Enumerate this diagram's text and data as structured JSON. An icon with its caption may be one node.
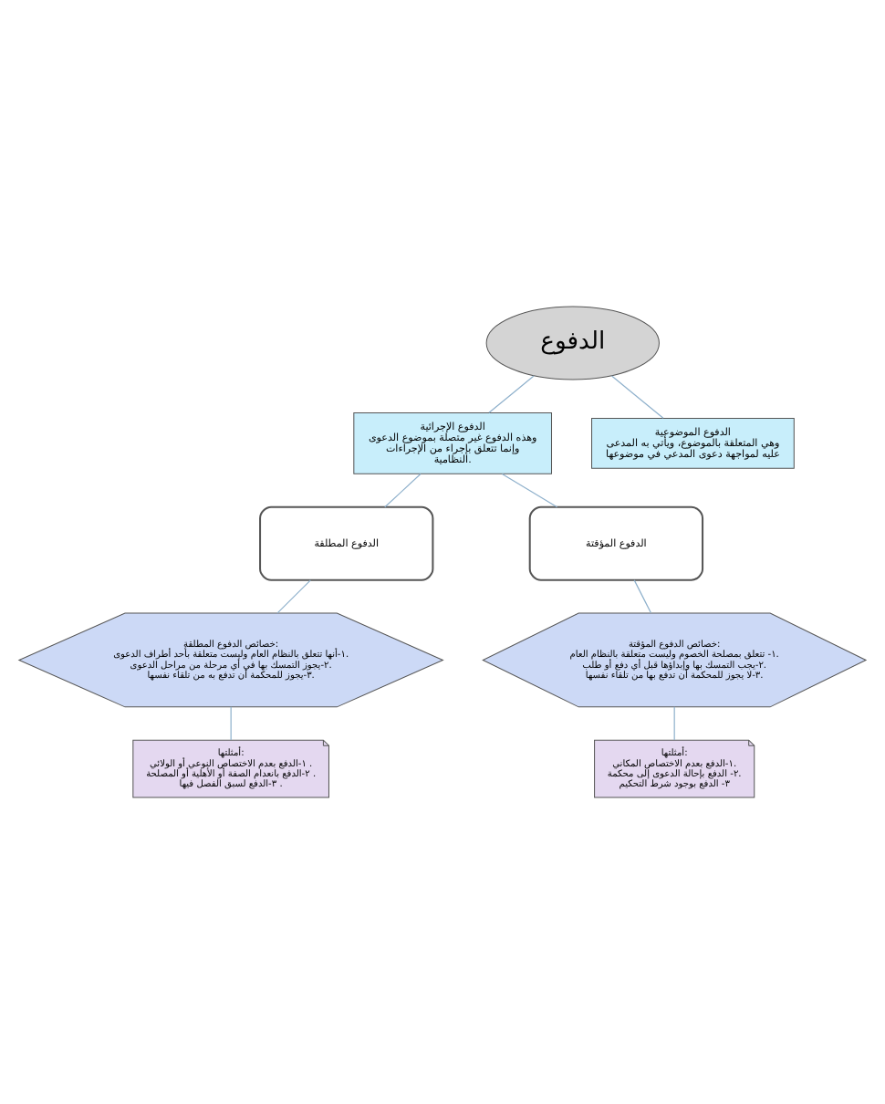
{
  "diagram": {
    "nodes": [
      {
        "text": [
          "الدفوع"
        ]
      },
      {
        "text": [
          "الدفوع الإجرائية",
          "وهذه الدفوع غير متصلة بموضوع الدعوى وإنما تتعلق بإجراء من الإجراءات النظامية."
        ]
      },
      {
        "text": [
          "الدفوع الموضوعية",
          "وهي المتعلقة بالموضوع، ويأتي به المدعى عليه لمواجهة دعوى المدعي في موضوعها"
        ]
      },
      {
        "text": [
          "الدفوع المطلقة"
        ]
      },
      {
        "text": [
          "الدفوع المؤقتة"
        ]
      },
      {
        "text": [
          "خصائص الدفوع المطلقة:",
          "١-أنها تتعلق بالنظام العام وليست متعلقة بأحد أطراف الدعوى.",
          "٢-يجوز التمسك بها في أي مرحلة من مراحل الدعوى.",
          "٣-يجوز للمحكمة أن تدفع به من تلقاء نفسها."
        ]
      },
      {
        "text": [
          "خصائص الدفوع المؤقتة:",
          "١- تتعلق بمصلحة الخصوم وليست متعلقة بالنظام العام.",
          "٢-يجب التمسك بها وإبداؤها قبل أي دفع أو طلب.",
          "٣-لا يجوز للمحكمة أن تدفع بها من تلقاء نفسها."
        ]
      },
      {
        "text": [
          "أمثلتها:",
          "١-الدفع بعدم الاختصاص النوعي أو الولائي .",
          "٢-الدفع بانعدام الصفة أو الأهلية أو المصلحة .",
          "٣-الدفع لسبق الفصل فيها ."
        ]
      },
      {
        "text": [
          "أمثلتها:",
          "١-الدفع بعدم الاختصاص المكاني.",
          "٢- الدفع بإحالة الدعوى إلى محكمة.",
          "٣- الدفع بوجود شرط التحكيم"
        ]
      }
    ],
    "edges": [
      {
        "from": 0,
        "to": 1,
        "arrow": "none"
      },
      {
        "from": 0,
        "to": 2,
        "arrow": "none"
      },
      {
        "from": 1,
        "to": 3,
        "arrow": "none"
      },
      {
        "from": 1,
        "to": 4,
        "arrow": "none"
      },
      {
        "from": 3,
        "to": 5,
        "arrow": "none"
      },
      {
        "from": 4,
        "to": 6,
        "arrow": "none"
      },
      {
        "from": 5,
        "to": 7,
        "arrow": "none"
      },
      {
        "from": 6,
        "to": 8,
        "arrow": "none"
      }
    ]
  }
}
